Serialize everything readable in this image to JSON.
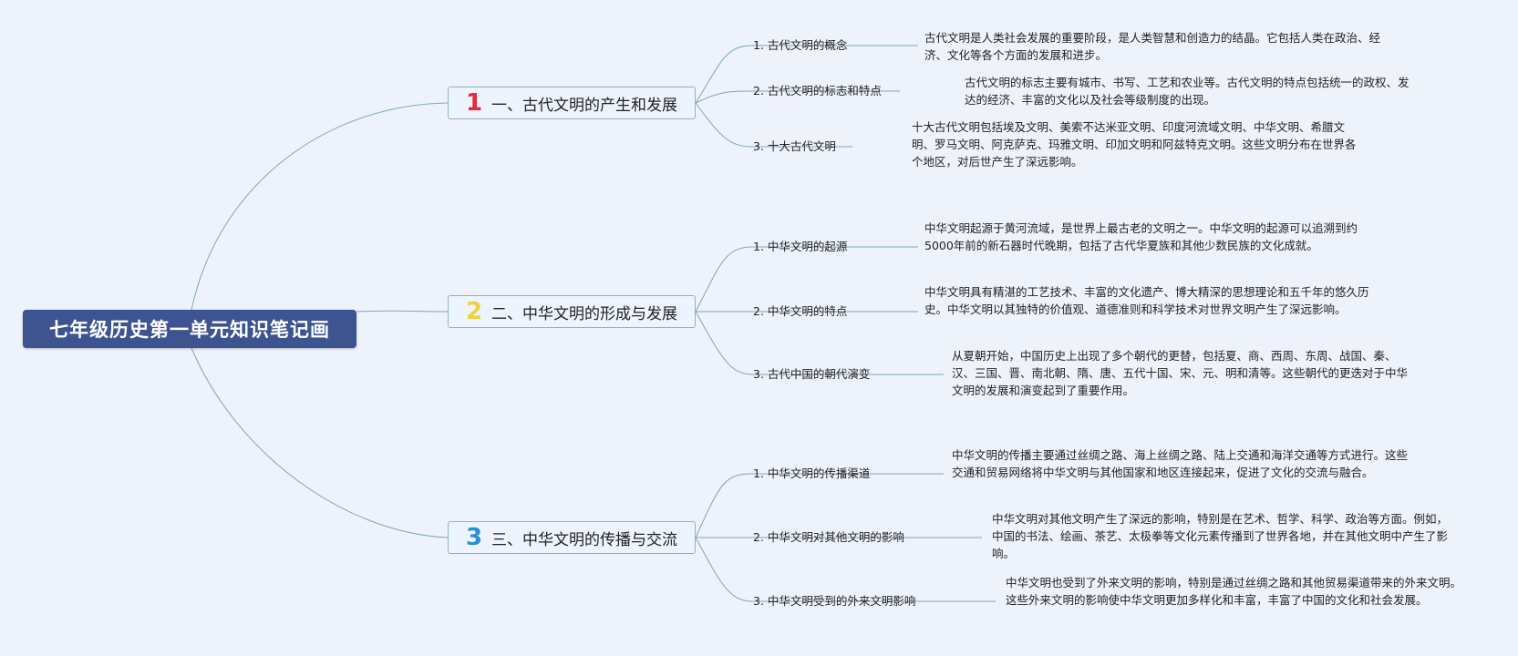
{
  "root": {
    "title": "七年级历史第一单元知识笔记画"
  },
  "branches": [
    {
      "number": "1",
      "number_color": "#e8283d",
      "title": "一、古代文明的产生和发展",
      "children": [
        {
          "label": "1. 古代文明的概念",
          "note": "古代文明是人类社会发展的重要阶段，是人类智慧和创造力的结晶。它包括人类在政治、经济、文化等各个方面的发展和进步。"
        },
        {
          "label": "2. 古代文明的标志和特点",
          "note": "古代文明的标志主要有城市、书写、工艺和农业等。古代文明的特点包括统一的政权、发达的经济、丰富的文化以及社会等级制度的出现。"
        },
        {
          "label": "3. 十大古代文明",
          "note": "十大古代文明包括埃及文明、美索不达米亚文明、印度河流域文明、中华文明、希腊文明、罗马文明、阿克萨克、玛雅文明、印加文明和阿兹特克文明。这些文明分布在世界各个地区，对后世产生了深远影响。"
        }
      ]
    },
    {
      "number": "2",
      "number_color": "#f2cf3d",
      "title": "二、中华文明的形成与发展",
      "children": [
        {
          "label": "1. 中华文明的起源",
          "note": "中华文明起源于黄河流域，是世界上最古老的文明之一。中华文明的起源可以追溯到约5000年前的新石器时代晚期，包括了古代华夏族和其他少数民族的文化成就。"
        },
        {
          "label": "2. 中华文明的特点",
          "note": "中华文明具有精湛的工艺技术、丰富的文化遗产、博大精深的思想理论和五千年的悠久历史。中华文明以其独特的价值观、道德准则和科学技术对世界文明产生了深远影响。"
        },
        {
          "label": "3. 古代中国的朝代演变",
          "note": "从夏朝开始，中国历史上出现了多个朝代的更替，包括夏、商、西周、东周、战国、秦、汉、三国、晋、南北朝、隋、唐、五代十国、宋、元、明和清等。这些朝代的更迭对于中华文明的发展和演变起到了重要作用。"
        }
      ]
    },
    {
      "number": "3",
      "number_color": "#2a8fd0",
      "title": "三、中华文明的传播与交流",
      "children": [
        {
          "label": "1. 中华文明的传播渠道",
          "note": "中华文明的传播主要通过丝绸之路、海上丝绸之路、陆上交通和海洋交通等方式进行。这些交通和贸易网络将中华文明与其他国家和地区连接起来，促进了文化的交流与融合。"
        },
        {
          "label": "2. 中华文明对其他文明的影响",
          "note": "中华文明对其他文明产生了深远的影响，特别是在艺术、哲学、科学、政治等方面。例如，中国的书法、绘画、茶艺、太极拳等文化元素传播到了世界各地，并在其他文明中产生了影响。"
        },
        {
          "label": "3. 中华文明受到的外来文明影响",
          "note": "中华文明也受到了外来文明的影响，特别是通过丝绸之路和其他贸易渠道带来的外来文明。这些外来文明的影响使中华文明更加多样化和丰富，丰富了中国的文化和社会发展。"
        }
      ]
    }
  ]
}
